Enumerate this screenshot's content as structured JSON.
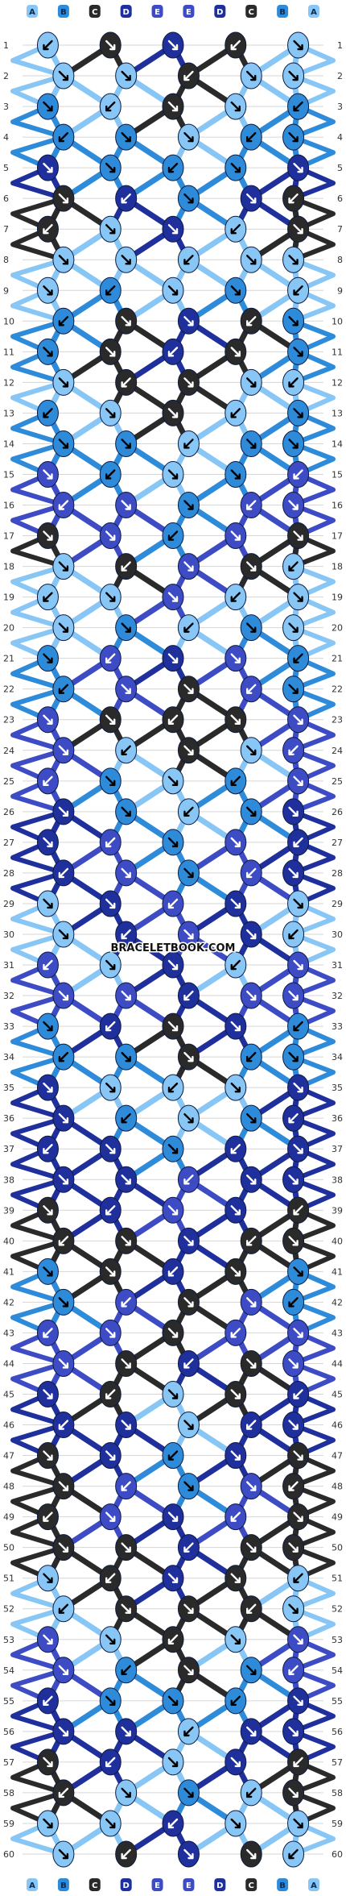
{
  "watermark": "BRACELETBOOK.COM",
  "strands": [
    "A",
    "B",
    "C",
    "D",
    "E",
    "E",
    "D",
    "C",
    "B",
    "A"
  ],
  "strand_colors": {
    "A": "#87c6f5",
    "B": "#2e8bd9",
    "C": "#2a2a2a",
    "D": "#1f2f9c",
    "E": "#3d4bc4"
  },
  "rows": 60,
  "pattern_kind": "normal-pattern",
  "row_numbers_left": [
    "1",
    "2",
    "3",
    "4",
    "5",
    "6",
    "7",
    "8",
    "9",
    "10",
    "11",
    "12",
    "13",
    "14",
    "15",
    "16",
    "17",
    "18",
    "19",
    "20",
    "21",
    "22",
    "23",
    "24",
    "25",
    "26",
    "27",
    "28",
    "29",
    "30",
    "31",
    "32",
    "33",
    "34",
    "35",
    "36",
    "37",
    "38",
    "39",
    "40",
    "41",
    "42",
    "43",
    "44",
    "45",
    "46",
    "47",
    "48",
    "49",
    "50",
    "51",
    "52",
    "53",
    "54",
    "55",
    "56",
    "57",
    "58",
    "59",
    "60"
  ],
  "knot_rows": [
    [
      "A",
      "C",
      "D",
      "C",
      "A"
    ],
    [
      "A",
      "A",
      "C",
      "A",
      "A"
    ],
    [
      "B",
      "A",
      "C",
      "A",
      "B"
    ],
    [
      "B",
      "B",
      "A",
      "B",
      "B"
    ],
    [
      "D",
      "B",
      "B",
      "B",
      "D"
    ],
    [
      "C",
      "D",
      "B",
      "D",
      "C"
    ],
    [
      "C",
      "A",
      "D",
      "A",
      "C"
    ],
    [
      "A",
      "A",
      "A",
      "A",
      "A"
    ],
    [
      "A",
      "B",
      "A",
      "B",
      "A"
    ],
    [
      "B",
      "C",
      "D",
      "C",
      "B"
    ],
    [
      "B",
      "C",
      "D",
      "C",
      "B"
    ],
    [
      "A",
      "C",
      "C",
      "A",
      "A"
    ],
    [
      "B",
      "A",
      "C",
      "A",
      "B"
    ],
    [
      "B",
      "B",
      "A",
      "B",
      "B"
    ],
    [
      "E",
      "B",
      "A",
      "B",
      "E"
    ],
    [
      "E",
      "E",
      "B",
      "E",
      "E"
    ],
    [
      "C",
      "E",
      "B",
      "E",
      "C"
    ],
    [
      "A",
      "C",
      "E",
      "C",
      "A"
    ],
    [
      "A",
      "A",
      "E",
      "A",
      "A"
    ],
    [
      "A",
      "B",
      "A",
      "B",
      "A"
    ],
    [
      "B",
      "E",
      "D",
      "E",
      "B"
    ],
    [
      "B",
      "E",
      "C",
      "E",
      "B"
    ],
    [
      "E",
      "C",
      "C",
      "C",
      "E"
    ],
    [
      "E",
      "A",
      "C",
      "A",
      "E"
    ],
    [
      "E",
      "B",
      "A",
      "B",
      "E"
    ],
    [
      "D",
      "B",
      "A",
      "B",
      "D"
    ],
    [
      "D",
      "E",
      "B",
      "E",
      "D"
    ],
    [
      "D",
      "E",
      "B",
      "E",
      "D"
    ],
    [
      "A",
      "D",
      "E",
      "D",
      "A"
    ],
    [
      "A",
      "D",
      "E",
      "D",
      "A"
    ],
    [
      "E",
      "A",
      "D",
      "A",
      "E"
    ],
    [
      "E",
      "E",
      "D",
      "E",
      "E"
    ],
    [
      "B",
      "D",
      "C",
      "D",
      "B"
    ],
    [
      "B",
      "B",
      "C",
      "B",
      "B"
    ],
    [
      "D",
      "A",
      "A",
      "A",
      "D"
    ],
    [
      "D",
      "B",
      "A",
      "B",
      "D"
    ],
    [
      "D",
      "D",
      "B",
      "D",
      "D"
    ],
    [
      "D",
      "D",
      "E",
      "D",
      "D"
    ],
    [
      "C",
      "D",
      "E",
      "D",
      "C"
    ],
    [
      "C",
      "C",
      "D",
      "C",
      "C"
    ],
    [
      "B",
      "C",
      "D",
      "C",
      "B"
    ],
    [
      "B",
      "E",
      "C",
      "E",
      "B"
    ],
    [
      "E",
      "E",
      "C",
      "E",
      "E"
    ],
    [
      "E",
      "C",
      "D",
      "C",
      "E"
    ],
    [
      "D",
      "C",
      "A",
      "C",
      "D"
    ],
    [
      "D",
      "D",
      "A",
      "D",
      "D"
    ],
    [
      "C",
      "D",
      "B",
      "D",
      "C"
    ],
    [
      "C",
      "E",
      "B",
      "E",
      "C"
    ],
    [
      "C",
      "E",
      "D",
      "E",
      "C"
    ],
    [
      "C",
      "C",
      "D",
      "C",
      "C"
    ],
    [
      "A",
      "C",
      "D",
      "C",
      "A"
    ],
    [
      "A",
      "C",
      "C",
      "C",
      "A"
    ],
    [
      "E",
      "A",
      "C",
      "A",
      "E"
    ],
    [
      "E",
      "B",
      "C",
      "B",
      "E"
    ],
    [
      "D",
      "B",
      "B",
      "B",
      "D"
    ],
    [
      "D",
      "D",
      "A",
      "D",
      "D"
    ],
    [
      "C",
      "D",
      "A",
      "D",
      "C"
    ],
    [
      "C",
      "A",
      "B",
      "A",
      "C"
    ],
    [
      "A",
      "A",
      "D",
      "A",
      "A"
    ],
    [
      "A",
      "C",
      "D",
      "C",
      "A"
    ]
  ]
}
